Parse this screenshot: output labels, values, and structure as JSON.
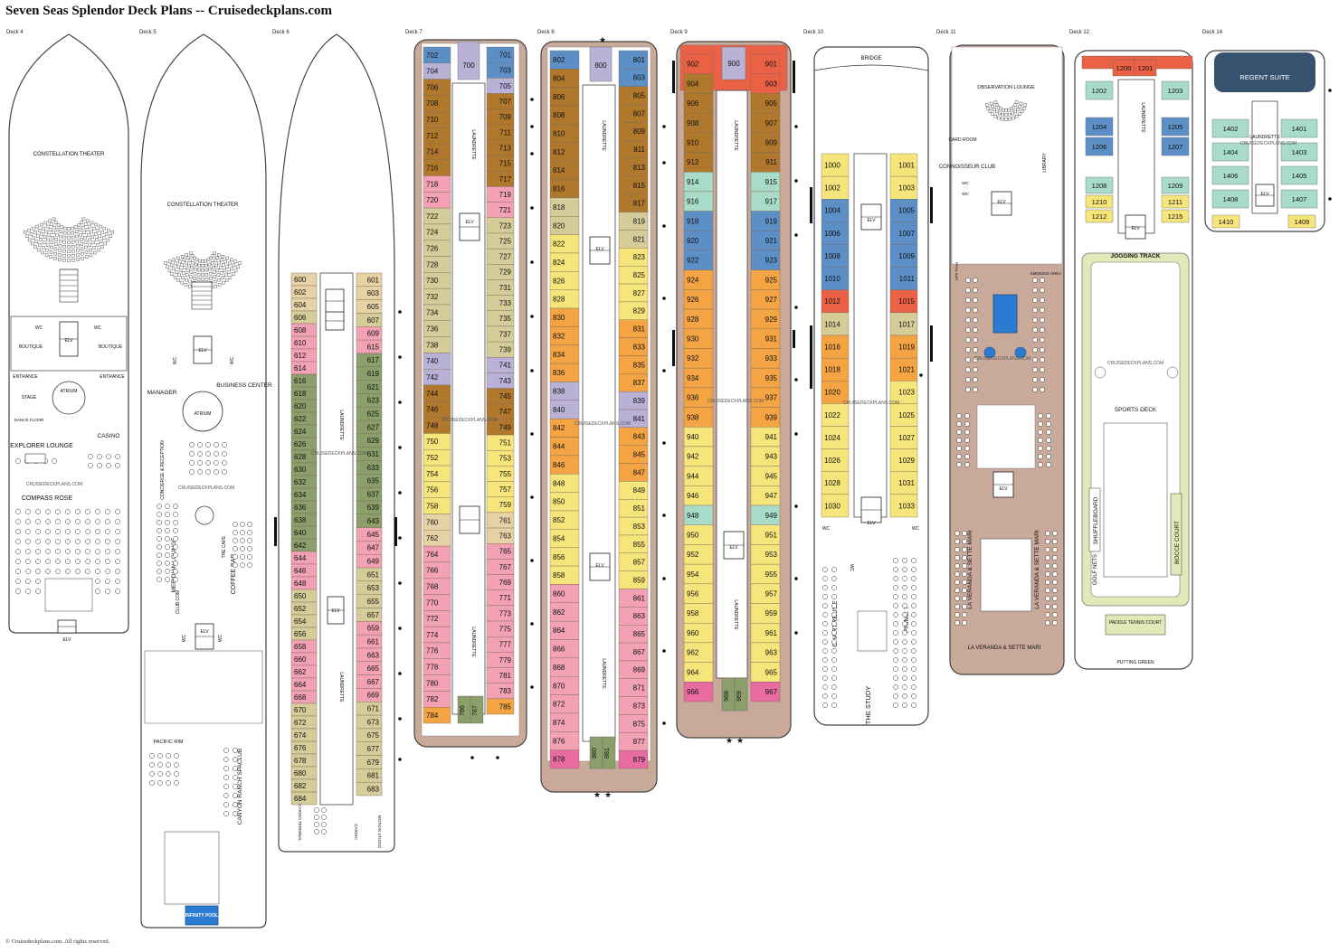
{
  "title": "Seven Seas Splendor Deck Plans -- Cruisedeckplans.com",
  "copyright": "© Cruisedeckplans.com. All rights reserved.",
  "watermark": "CRUISEDECKPLANS.COM",
  "colors": {
    "background": "#ffffff",
    "outline": "#444444",
    "deck_wood": "#c9a99a",
    "cabin_pink": "#f2a2b4",
    "cabin_olive": "#d5cc9a",
    "cabin_green": "#8c9e6a",
    "cabin_yellow": "#f6e57a",
    "cabin_tan": "#e6d2a5",
    "cabin_brown": "#b0782c",
    "cabin_lavender": "#b9b2d6",
    "cabin_orange": "#f4a443",
    "cabin_mint": "#a8dcc9",
    "cabin_blue": "#5d8fc7",
    "cabin_red": "#ea6146",
    "cabin_magenta": "#e86ca2",
    "cabin_navy": "#37526e",
    "pool_blue": "#2b7bd3",
    "lawn_green": "#dfeab8"
  },
  "decks": [
    {
      "label": "Deck 4",
      "venues": [
        "CONSTELLATION THEATER",
        "WC",
        "WC",
        "BOUTIQUE",
        "BOUTIQUE",
        "ELV",
        "ENTRANCE",
        "ENTRANCE",
        "ATRIUM",
        "STAGE",
        "DANCE FLOOR",
        "EXPLORER LOUNGE",
        "CASINO",
        "COMPASS ROSE",
        "ELV"
      ]
    },
    {
      "label": "Deck 5",
      "venues": [
        "CONSTELLATION THEATER",
        "WC",
        "WC",
        "ELV",
        "MANAGER",
        "BUSINESS CENTER",
        "ATRIUM",
        "CONCIERGE & RECEPTION",
        "MERIDIAN LOUNGE",
        "THE CAFE",
        "COFFEE BAR",
        "CLUB.COM",
        "ELV",
        "WC",
        "WC",
        "PACIFIC RIM",
        "CANYON RANCH SPACLUB",
        "INFINITY POOL"
      ]
    },
    {
      "label": "Deck 6",
      "cabins_left": [
        "600",
        "602",
        "604",
        "606",
        "608",
        "610",
        "612",
        "614",
        "616",
        "618",
        "620",
        "622",
        "624",
        "626",
        "628",
        "630",
        "632",
        "634",
        "636",
        "638",
        "640",
        "642",
        "644",
        "646",
        "648",
        "650",
        "652",
        "654",
        "656",
        "658",
        "660",
        "662",
        "664",
        "668",
        "670",
        "672",
        "674",
        "676",
        "678",
        "680",
        "682",
        "684"
      ],
      "cabins_right": [
        "601",
        "603",
        "605",
        "607",
        "609",
        "615",
        "617",
        "619",
        "621",
        "623",
        "625",
        "627",
        "629",
        "631",
        "633",
        "635",
        "637",
        "639",
        "643",
        "645",
        "647",
        "649",
        "651",
        "653",
        "655",
        "657",
        "659",
        "661",
        "663",
        "665",
        "667",
        "669",
        "671",
        "673",
        "675",
        "677",
        "679",
        "681",
        "683"
      ],
      "venues": [
        "LAUNDRETTE",
        "ELV",
        "LAUNDRETTE",
        "CARDIO TERMINAL",
        "CARDIO",
        "MOTION STUDIO"
      ]
    },
    {
      "label": "Deck 7",
      "cabins_left": [
        "702",
        "704",
        "706",
        "708",
        "710",
        "712",
        "714",
        "716",
        "718",
        "720",
        "722",
        "724",
        "726",
        "728",
        "730",
        "732",
        "734",
        "736",
        "738",
        "740",
        "742",
        "744",
        "746",
        "748",
        "750",
        "752",
        "754",
        "756",
        "758",
        "760",
        "762",
        "764",
        "766",
        "768",
        "770",
        "772",
        "774",
        "776",
        "778",
        "780",
        "782",
        "784"
      ],
      "cabins_right": [
        "701",
        "703",
        "705",
        "707",
        "709",
        "711",
        "713",
        "715",
        "717",
        "719",
        "721",
        "723",
        "725",
        "727",
        "729",
        "731",
        "733",
        "735",
        "737",
        "739",
        "741",
        "743",
        "745",
        "747",
        "749",
        "751",
        "753",
        "755",
        "757",
        "759",
        "761",
        "763",
        "765",
        "767",
        "769",
        "771",
        "773",
        "775",
        "777",
        "779",
        "781",
        "783",
        "785"
      ],
      "cabins_aft": [
        "786",
        "787"
      ],
      "cabin_fwd": "700",
      "venues": [
        "LAUNDRETTE",
        "ELV",
        "LAUNDRETTE"
      ]
    },
    {
      "label": "Deck 8",
      "cabins_left": [
        "802",
        "804",
        "806",
        "808",
        "810",
        "812",
        "814",
        "816",
        "818",
        "820",
        "822",
        "824",
        "826",
        "828",
        "830",
        "832",
        "834",
        "836",
        "838",
        "840",
        "842",
        "844",
        "846",
        "848",
        "850",
        "852",
        "854",
        "856",
        "858",
        "860",
        "862",
        "864",
        "866",
        "868",
        "870",
        "872",
        "874",
        "876",
        "878"
      ],
      "cabins_right": [
        "801",
        "803",
        "805",
        "807",
        "809",
        "811",
        "813",
        "815",
        "817",
        "819",
        "821",
        "823",
        "825",
        "827",
        "829",
        "831",
        "833",
        "835",
        "837",
        "839",
        "841",
        "843",
        "845",
        "847",
        "849",
        "851",
        "853",
        "855",
        "857",
        "859",
        "861",
        "863",
        "865",
        "867",
        "869",
        "871",
        "873",
        "875",
        "877",
        "879"
      ],
      "cabins_aft": [
        "880",
        "881"
      ],
      "cabin_fwd": "800",
      "venues": [
        "LAUNDRETTE",
        "ELV",
        "ELV",
        "LAUNDRETTE"
      ]
    },
    {
      "label": "Deck 9",
      "cabins_left": [
        "902",
        "904",
        "906",
        "908",
        "910",
        "912",
        "914",
        "916",
        "918",
        "920",
        "922",
        "924",
        "926",
        "928",
        "930",
        "932",
        "934",
        "936",
        "938",
        "940",
        "942",
        "944",
        "946",
        "948",
        "950",
        "952",
        "954",
        "956",
        "958",
        "960",
        "962",
        "964",
        "966"
      ],
      "cabins_right": [
        "901",
        "903",
        "905",
        "907",
        "909",
        "911",
        "915",
        "917",
        "919",
        "921",
        "923",
        "925",
        "927",
        "929",
        "931",
        "933",
        "935",
        "937",
        "939",
        "941",
        "943",
        "945",
        "947",
        "949",
        "951",
        "953",
        "955",
        "957",
        "959",
        "961",
        "963",
        "965",
        "967"
      ],
      "cabins_aft": [
        "968",
        "969"
      ],
      "cabin_fwd": "900",
      "venues": [
        "LAUNDRETTE",
        "ELV",
        "LAUNDRETTE"
      ]
    },
    {
      "label": "Deck 10",
      "cabins_left": [
        "1000",
        "1002",
        "1004",
        "1006",
        "1008",
        "1010",
        "1012",
        "1014",
        "1016",
        "1018",
        "1020",
        "1022",
        "1024",
        "1026",
        "1028",
        "1030"
      ],
      "cabins_right": [
        "1001",
        "1003",
        "1005",
        "1007",
        "1009",
        "1011",
        "1015",
        "1017",
        "1019",
        "1021",
        "1023",
        "1025",
        "1027",
        "1029",
        "1031",
        "1033"
      ],
      "venues": [
        "BRIDGE",
        "ELV",
        "ELV",
        "WC",
        "WC",
        "WC",
        "CHARTREUSE",
        "PRIME 7",
        "THE STUDY"
      ]
    },
    {
      "label": "Deck 11",
      "venues": [
        "OBSERVATION LOUNGE",
        "CARD ROOM",
        "CONNOISSEUR CLUB",
        "LIBRARY",
        "WC",
        "WC",
        "ELV",
        "POOL BAR",
        "SMOKING AREA",
        "ELV",
        "LA VERANDA & SETTE MARI",
        "LA VERANDA & SETTE MARI",
        "LA VERANDA & SETTE MARI"
      ]
    },
    {
      "label": "Deck 12",
      "cabins": [
        "1200",
        "1201",
        "1202",
        "1203",
        "1204",
        "1205",
        "1206",
        "1207",
        "1208",
        "1209",
        "1210",
        "1211",
        "1212",
        "1215"
      ],
      "venues": [
        "LAUNDRETTE",
        "ELV",
        "JOGGING TRACK",
        "SPORTS DECK",
        "SHUFFLEBOARD",
        "BOCCE COURT",
        "GOLF NETS",
        "PADDLE TENNIS COURT",
        "PUTTING GREEN"
      ]
    },
    {
      "label": "Deck 14",
      "cabins": [
        "1402",
        "1401",
        "1404",
        "1403",
        "1406",
        "1405",
        "1408",
        "1407",
        "1410",
        "1409"
      ],
      "venues": [
        "REGENT SUITE",
        "LAUNDRETTE",
        "ELV"
      ]
    }
  ]
}
